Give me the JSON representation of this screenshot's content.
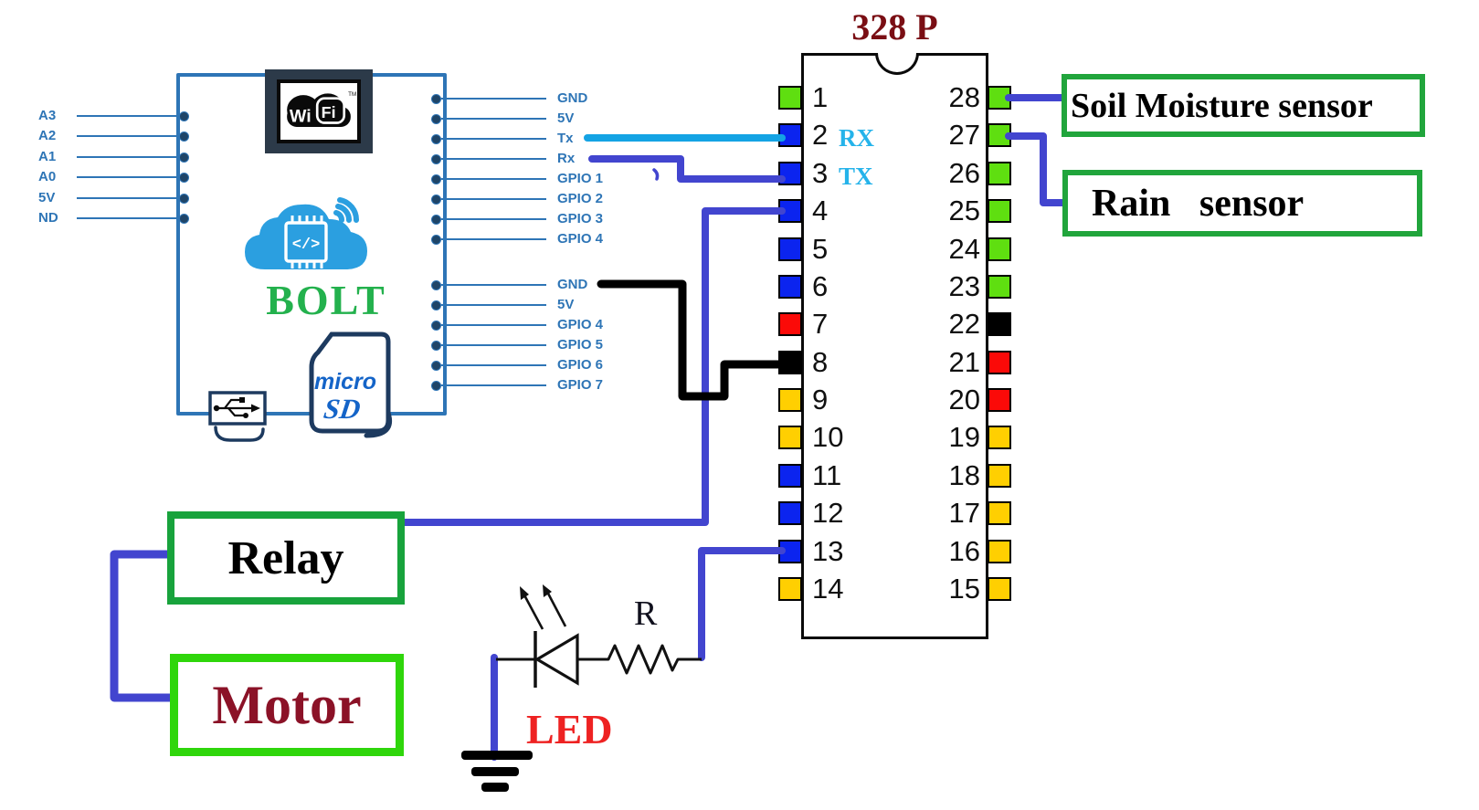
{
  "colors": {
    "wire_blue": "#4245cf",
    "wire_cyan": "#14a3e4",
    "wire_black": "#000000",
    "bolt_blue": "#2e75b6",
    "box_green": "#21a53c",
    "motor_border_green": "#2fd60b",
    "ic_title_maroon": "#7a0e14",
    "motor_maroon": "#8b1227",
    "led_red": "#ee2222",
    "bolt_green": "#23b14d",
    "rxtx_cyan": "#25b3ea",
    "cloud_blue": "#2b9fe0",
    "sd_navy": "#1d3a5f",
    "sd_blue": "#1464c8"
  },
  "bolt": {
    "name_label": "BOLT",
    "left_pins": [
      "A3",
      "A2",
      "A1",
      "A0",
      "5V",
      "ND"
    ],
    "right_pins_top": [
      "GND",
      "5V",
      "Tx",
      "Rx",
      "GPIO 1",
      "GPIO 2",
      "GPIO 3",
      "GPIO 4"
    ],
    "right_pins_bottom": [
      "GND",
      "5V",
      "GPIO 4",
      "GPIO 5",
      "GPIO 6",
      "GPIO 7"
    ],
    "wifi_wi": "Wi",
    "wifi_fi": "Fi",
    "wifi_tm": "TM",
    "chip_code": "</>",
    "microsd_micro": "micro",
    "microsd_sd": "SD"
  },
  "ic": {
    "title": "328 P",
    "rx_label": "RX",
    "tx_label": "TX",
    "left_pins": [
      {
        "number": "1",
        "color": "#5fdf10"
      },
      {
        "number": "2",
        "color": "#0b24ef"
      },
      {
        "number": "3",
        "color": "#0b24ef"
      },
      {
        "number": "4",
        "color": "#0b24ef"
      },
      {
        "number": "5",
        "color": "#0b24ef"
      },
      {
        "number": "6",
        "color": "#0b24ef"
      },
      {
        "number": "7",
        "color": "#fb0a08"
      },
      {
        "number": "8",
        "color": "#000000"
      },
      {
        "number": "9",
        "color": "#ffcf01"
      },
      {
        "number": "10",
        "color": "#ffcf01"
      },
      {
        "number": "11",
        "color": "#0b24ef"
      },
      {
        "number": "12",
        "color": "#0b24ef"
      },
      {
        "number": "13",
        "color": "#0b24ef"
      },
      {
        "number": "14",
        "color": "#ffcf01"
      }
    ],
    "right_pins": [
      {
        "number": "28",
        "color": "#5fdf10"
      },
      {
        "number": "27",
        "color": "#5fdf10"
      },
      {
        "number": "26",
        "color": "#5fdf10"
      },
      {
        "number": "25",
        "color": "#5fdf10"
      },
      {
        "number": "24",
        "color": "#5fdf10"
      },
      {
        "number": "23",
        "color": "#5fdf10"
      },
      {
        "number": "22",
        "color": "#000000"
      },
      {
        "number": "21",
        "color": "#fb0a08"
      },
      {
        "number": "20",
        "color": "#fb0a08"
      },
      {
        "number": "19",
        "color": "#ffcf01"
      },
      {
        "number": "18",
        "color": "#ffcf01"
      },
      {
        "number": "17",
        "color": "#ffcf01"
      },
      {
        "number": "16",
        "color": "#ffcf01"
      },
      {
        "number": "15",
        "color": "#ffcf01"
      }
    ]
  },
  "peripherals": {
    "soil_sensor": "Soil Moisture sensor",
    "rain_sensor": "Rain   sensor",
    "relay": "Relay",
    "motor": "Motor",
    "led": "LED",
    "resistor": "R"
  }
}
